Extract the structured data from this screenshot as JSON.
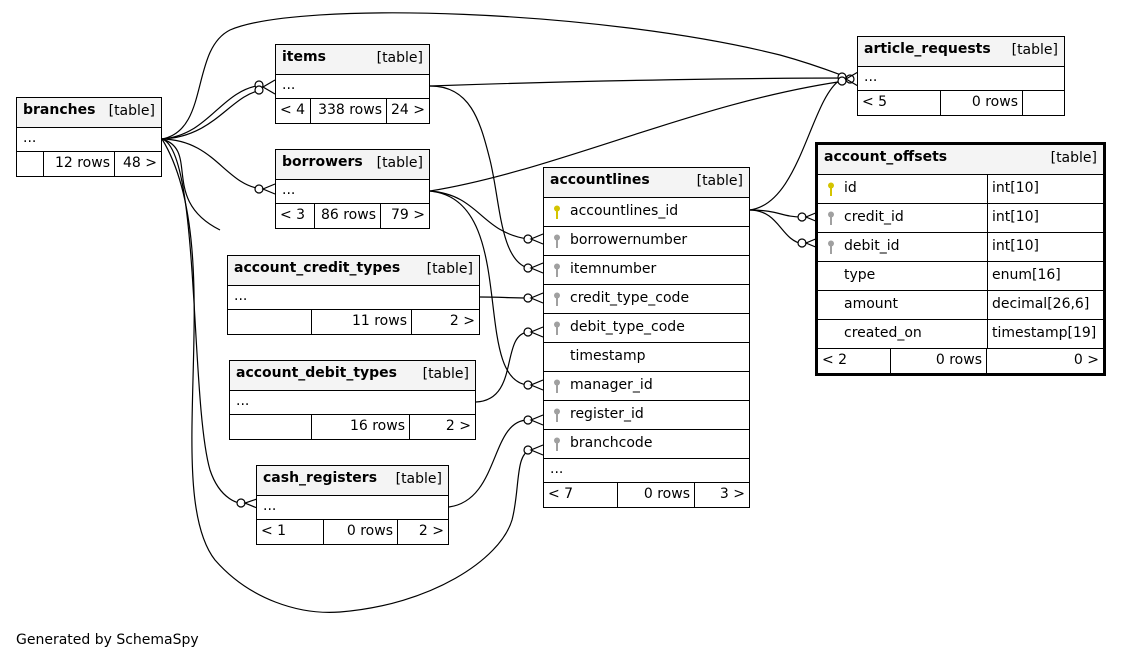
{
  "credit": "Generated by SchemaSpy",
  "colors": {
    "primary_key": "#d4c400",
    "foreign_key": "#a0a0a0",
    "header_bg": "#f4f4f4"
  },
  "tables": {
    "branches": {
      "name": "branches",
      "kind": "[table]",
      "ellipsis": "...",
      "foot": [
        "",
        "12 rows",
        "48 >"
      ]
    },
    "items": {
      "name": "items",
      "kind": "[table]",
      "ellipsis": "...",
      "foot": [
        "< 4",
        "338 rows",
        "24 >"
      ]
    },
    "borrowers": {
      "name": "borrowers",
      "kind": "[table]",
      "ellipsis": "...",
      "foot": [
        "< 3",
        "86 rows",
        "79 >"
      ]
    },
    "account_credit_types": {
      "name": "account_credit_types",
      "kind": "[table]",
      "ellipsis": "...",
      "foot": [
        "",
        "11 rows",
        "2 >"
      ]
    },
    "account_debit_types": {
      "name": "account_debit_types",
      "kind": "[table]",
      "ellipsis": "...",
      "foot": [
        "",
        "16 rows",
        "2 >"
      ]
    },
    "cash_registers": {
      "name": "cash_registers",
      "kind": "[table]",
      "ellipsis": "...",
      "foot": [
        "< 1",
        "0 rows",
        "2 >"
      ]
    },
    "article_requests": {
      "name": "article_requests",
      "kind": "[table]",
      "ellipsis": "...",
      "foot": [
        "< 5",
        "0 rows",
        ""
      ]
    },
    "accountlines": {
      "name": "accountlines",
      "kind": "[table]",
      "ellipsis": "...",
      "columns": [
        {
          "name": "accountlines_id",
          "key": "primary"
        },
        {
          "name": "borrowernumber",
          "key": "foreign"
        },
        {
          "name": "itemnumber",
          "key": "foreign"
        },
        {
          "name": "credit_type_code",
          "key": "foreign"
        },
        {
          "name": "debit_type_code",
          "key": "foreign"
        },
        {
          "name": "timestamp",
          "key": "none"
        },
        {
          "name": "manager_id",
          "key": "foreign"
        },
        {
          "name": "register_id",
          "key": "foreign"
        },
        {
          "name": "branchcode",
          "key": "foreign"
        }
      ],
      "foot": [
        "< 7",
        "0 rows",
        "3 >"
      ]
    },
    "account_offsets": {
      "name": "account_offsets",
      "kind": "[table]",
      "columns": [
        {
          "name": "id",
          "type": "int[10]",
          "key": "primary"
        },
        {
          "name": "credit_id",
          "type": "int[10]",
          "key": "foreign"
        },
        {
          "name": "debit_id",
          "type": "int[10]",
          "key": "foreign"
        },
        {
          "name": "type",
          "type": "enum[16]",
          "key": "none"
        },
        {
          "name": "amount",
          "type": "decimal[26,6]",
          "key": "none"
        },
        {
          "name": "created_on",
          "type": "timestamp[19]",
          "key": "none"
        }
      ],
      "foot": [
        "< 2",
        "0 rows",
        "0 >"
      ]
    }
  }
}
